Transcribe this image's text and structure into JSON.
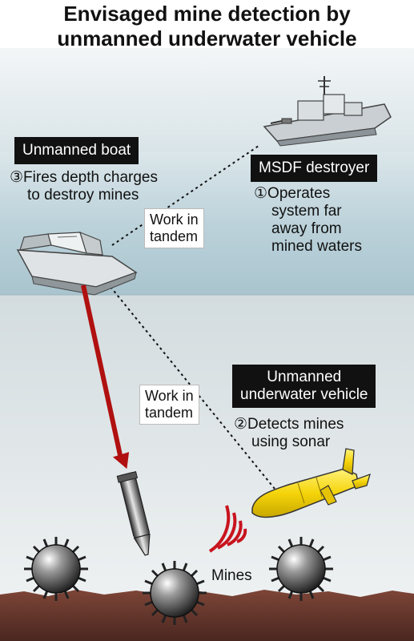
{
  "title": {
    "line1": "Envisaged mine detection by",
    "line2": "unmanned underwater vehicle"
  },
  "unmanned_boat": {
    "heading": "Unmanned boat",
    "step_number": "③",
    "step_line1": "Fires depth charges",
    "step_line2": "to destroy mines"
  },
  "destroyer": {
    "heading": "MSDF destroyer",
    "step_number": "①",
    "step_line1": "Operates",
    "step_line2": "system far",
    "step_line3": "away from",
    "step_line4": "mined waters"
  },
  "uuv": {
    "heading_line1": "Unmanned",
    "heading_line2": "underwater vehicle",
    "step_number": "②",
    "step_line1": "Detects mines",
    "step_line2": "using sonar"
  },
  "link_upper": {
    "line1": "Work in",
    "line2": "tandem"
  },
  "link_lower": {
    "line1": "Work in",
    "line2": "tandem"
  },
  "mines_label": "Mines",
  "colors": {
    "sky_top": "#e8eef0",
    "sea_surface": "#b8d0d8",
    "water_deep": "#dfe6e8",
    "seabed": "#6b3a2f",
    "arrow_red": "#b01010",
    "uuv_yellow": "#f5d40a",
    "sonar_red": "#c8141e"
  }
}
